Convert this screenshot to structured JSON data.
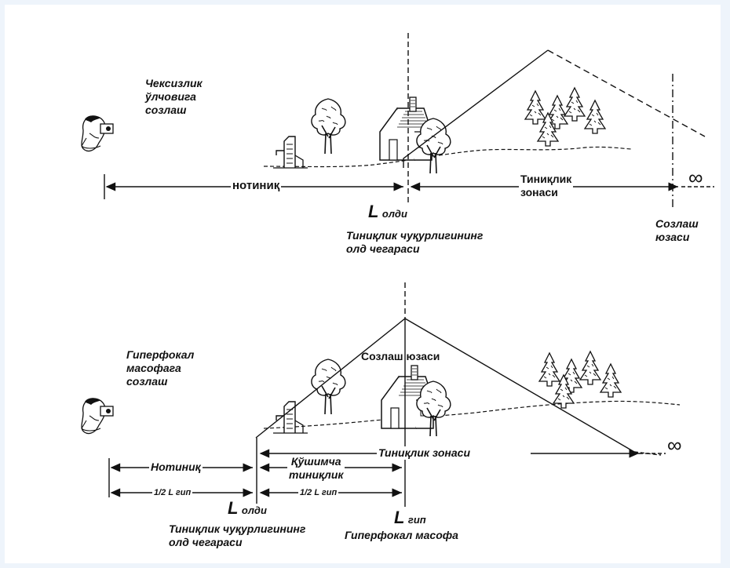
{
  "top": {
    "title": "Чексизлик\nўлчовига\nсозлаш",
    "blur_label": "нотиниқ",
    "sharp_label": "Тиниқлик\nзонаси",
    "infinity": "∞",
    "l_letter": "L",
    "l_sub": "олди",
    "front_limit": "Тиниқлик чуқурлигининг\nолд чегараси",
    "focus_plane": "Созлаш\nюзаси"
  },
  "bottom": {
    "title": "Гиперфокал\nмасофага\nсозлаш",
    "focus_plane": "Созлаш юзаси",
    "blur_label": "Нотиниқ",
    "extra_sharp": "Қўшимча\nтиниқлик",
    "sharp_zone": "Тиниқлик зонаси",
    "infinity": "∞",
    "half_left": "1/2 L гип",
    "half_right": "1/2 L гип",
    "l_front_letter": "L",
    "l_front_sub": "олди",
    "front_limit": "Тиниқлик чуқурлигининг\nолд чегараси",
    "l_hyp_letter": "L",
    "l_hyp_sub": "гип",
    "hyperfocal": "Гиперфокал масофа"
  }
}
